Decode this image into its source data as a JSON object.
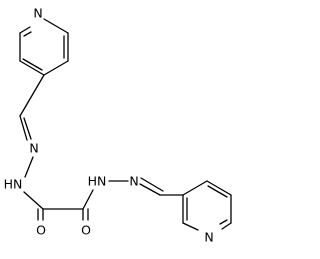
{
  "atoms": {
    "n_ring_top": "N",
    "n_imine_left": "N",
    "nh_left": "HN",
    "nh_right": "HN",
    "n_imine_right": "N",
    "n_ring_bottom": "N",
    "o_left": "O",
    "o_right": "O"
  },
  "colors": {
    "ink": "#000000",
    "background": "#ffffff"
  }
}
